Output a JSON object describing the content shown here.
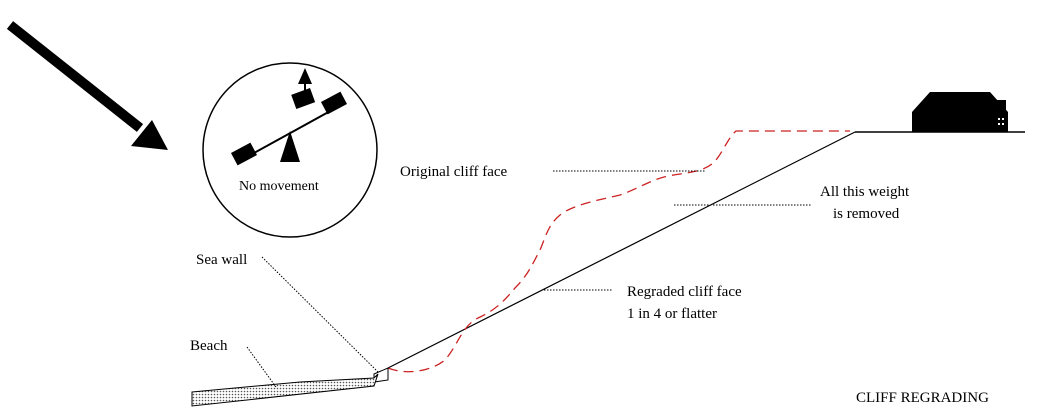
{
  "labels": {
    "no_movement": "No movement",
    "original_cliff_face": "Original cliff face",
    "all_weight_line1": "All this weight",
    "all_weight_line2": "is removed",
    "sea_wall": "Sea wall",
    "regraded_line1": "Regraded cliff face",
    "regraded_line2": "1 in 4 or flatter",
    "beach": "Beach",
    "title": "CLIFF REGRADING"
  },
  "colors": {
    "ink": "#000000",
    "original_profile": "#cc2222",
    "beach_fill": "#c8c8c8"
  },
  "icons": {
    "pointer": "arrow-icon",
    "balance": "balance-icon",
    "house": "house-icon"
  }
}
